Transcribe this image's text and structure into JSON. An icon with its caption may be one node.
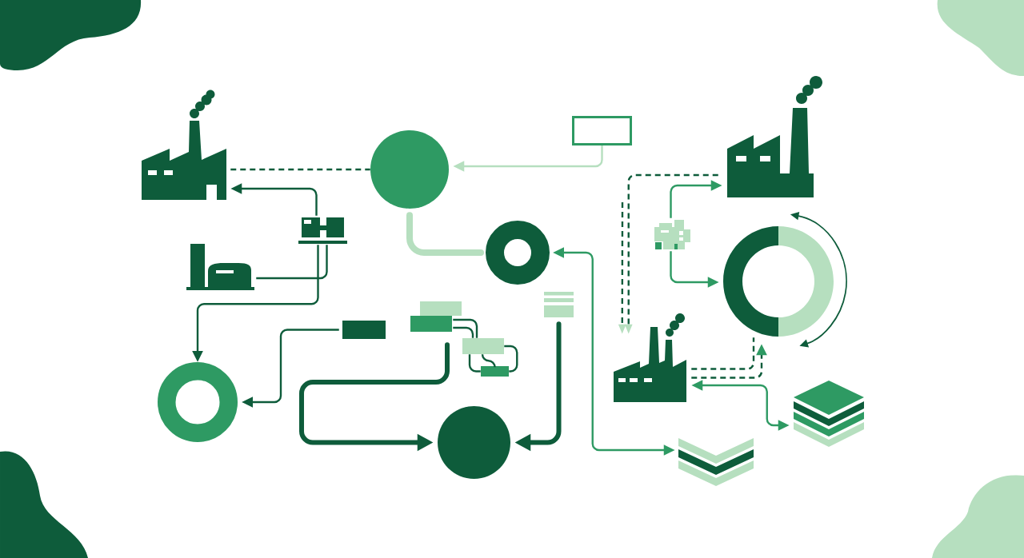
{
  "diagram": {
    "nodes": [
      {
        "text": [],
        "shape": "picture"
      },
      {
        "text": [],
        "shape": "circle"
      },
      {
        "text": [],
        "shape": "box"
      },
      {
        "text": [],
        "shape": "picture"
      },
      {
        "text": [],
        "shape": "picture"
      },
      {
        "text": [],
        "shape": "ring"
      },
      {
        "text": [],
        "shape": "picture"
      },
      {
        "text": [],
        "shape": "ring"
      },
      {
        "text": [],
        "shape": "picture"
      },
      {
        "text": [],
        "shape": "picture"
      },
      {
        "text": [],
        "shape": "box"
      },
      {
        "text": [],
        "shape": "box"
      },
      {
        "text": [],
        "shape": "box"
      },
      {
        "text": [],
        "shape": "box"
      },
      {
        "text": [],
        "shape": "box"
      },
      {
        "text": [],
        "shape": "ring"
      },
      {
        "text": [],
        "shape": "picture"
      },
      {
        "text": [],
        "shape": "picture"
      },
      {
        "text": [],
        "shape": "circle"
      },
      {
        "text": [],
        "shape": "picture"
      }
    ],
    "edges": [
      {
        "from": 0,
        "to": 1,
        "arrow": "none",
        "style": "dashed"
      },
      {
        "from": 4,
        "to": 0,
        "arrow": "to"
      },
      {
        "from": 8,
        "to": 4,
        "arrow": "none"
      },
      {
        "from": 4,
        "to": 15,
        "arrow": "to"
      },
      {
        "from": 2,
        "to": 1,
        "arrow": "to",
        "color": "#b6dfbf"
      },
      {
        "from": 1,
        "to": 5,
        "arrow": "none",
        "style": "thick",
        "color": "#b6dfbf"
      },
      {
        "from": 5,
        "to": 19,
        "arrow": "both",
        "color": "#2e9a63"
      },
      {
        "from": 9,
        "to": 18,
        "arrow": "to",
        "style": "thick"
      },
      {
        "from": 11,
        "to": 18,
        "arrow": "to",
        "style": "thick"
      },
      {
        "from": 12,
        "to": 15,
        "arrow": "to"
      },
      {
        "from": 11,
        "to": 13,
        "arrow": "none"
      },
      {
        "from": 11,
        "to": 13,
        "arrow": "none"
      },
      {
        "from": 13,
        "to": 14,
        "arrow": "none"
      },
      {
        "from": 13,
        "to": 14,
        "arrow": "none"
      },
      {
        "from": 13,
        "to": 14,
        "arrow": "none"
      },
      {
        "from": 3,
        "to": 16,
        "arrow": "to",
        "style": "dashed"
      },
      {
        "from": null,
        "to": 16,
        "arrow": "to",
        "style": "dashed"
      },
      {
        "from": 16,
        "to": 7,
        "arrow": "none",
        "style": "dashed"
      },
      {
        "from": 16,
        "to": 7,
        "arrow": "to",
        "style": "dashed"
      },
      {
        "from": 16,
        "to": 17,
        "arrow": "both",
        "color": "#2e9a63"
      },
      {
        "from": 6,
        "to": 3,
        "arrow": "to",
        "color": "#2e9a63"
      },
      {
        "from": 6,
        "to": 7,
        "arrow": "to",
        "color": "#2e9a63"
      }
    ]
  }
}
